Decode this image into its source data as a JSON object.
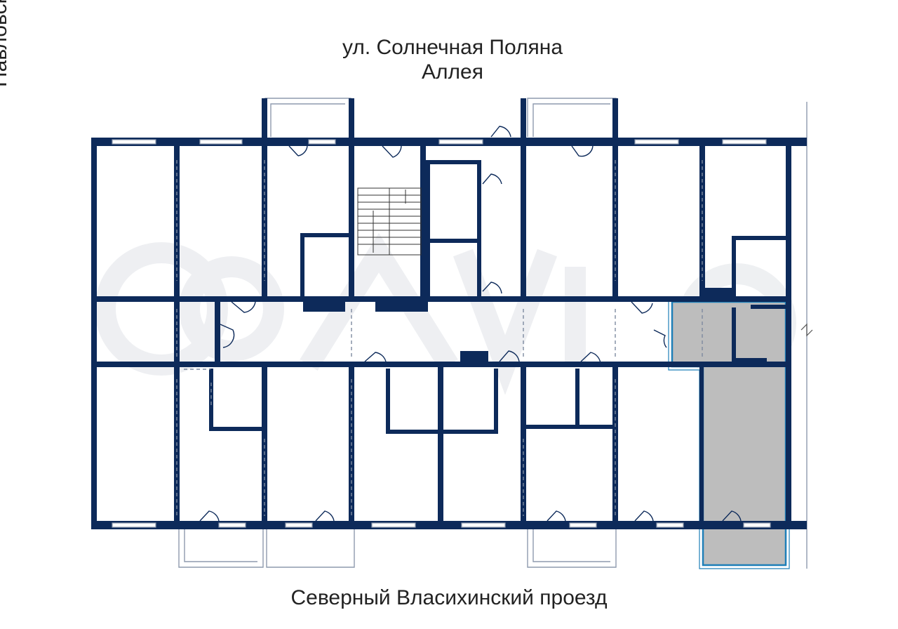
{
  "streets": {
    "top_line1": "ул. Солнечная Поляна",
    "top_line2": "Аллея",
    "left": "Павловский тракт",
    "bottom": "Северный Власихинский проезд"
  },
  "colors": {
    "wall": "#0d2a5a",
    "highlight_fill": "#bdbdbd",
    "highlight_border": "#1e7fb8"
  },
  "highlighted_unit": "selected-apartment"
}
